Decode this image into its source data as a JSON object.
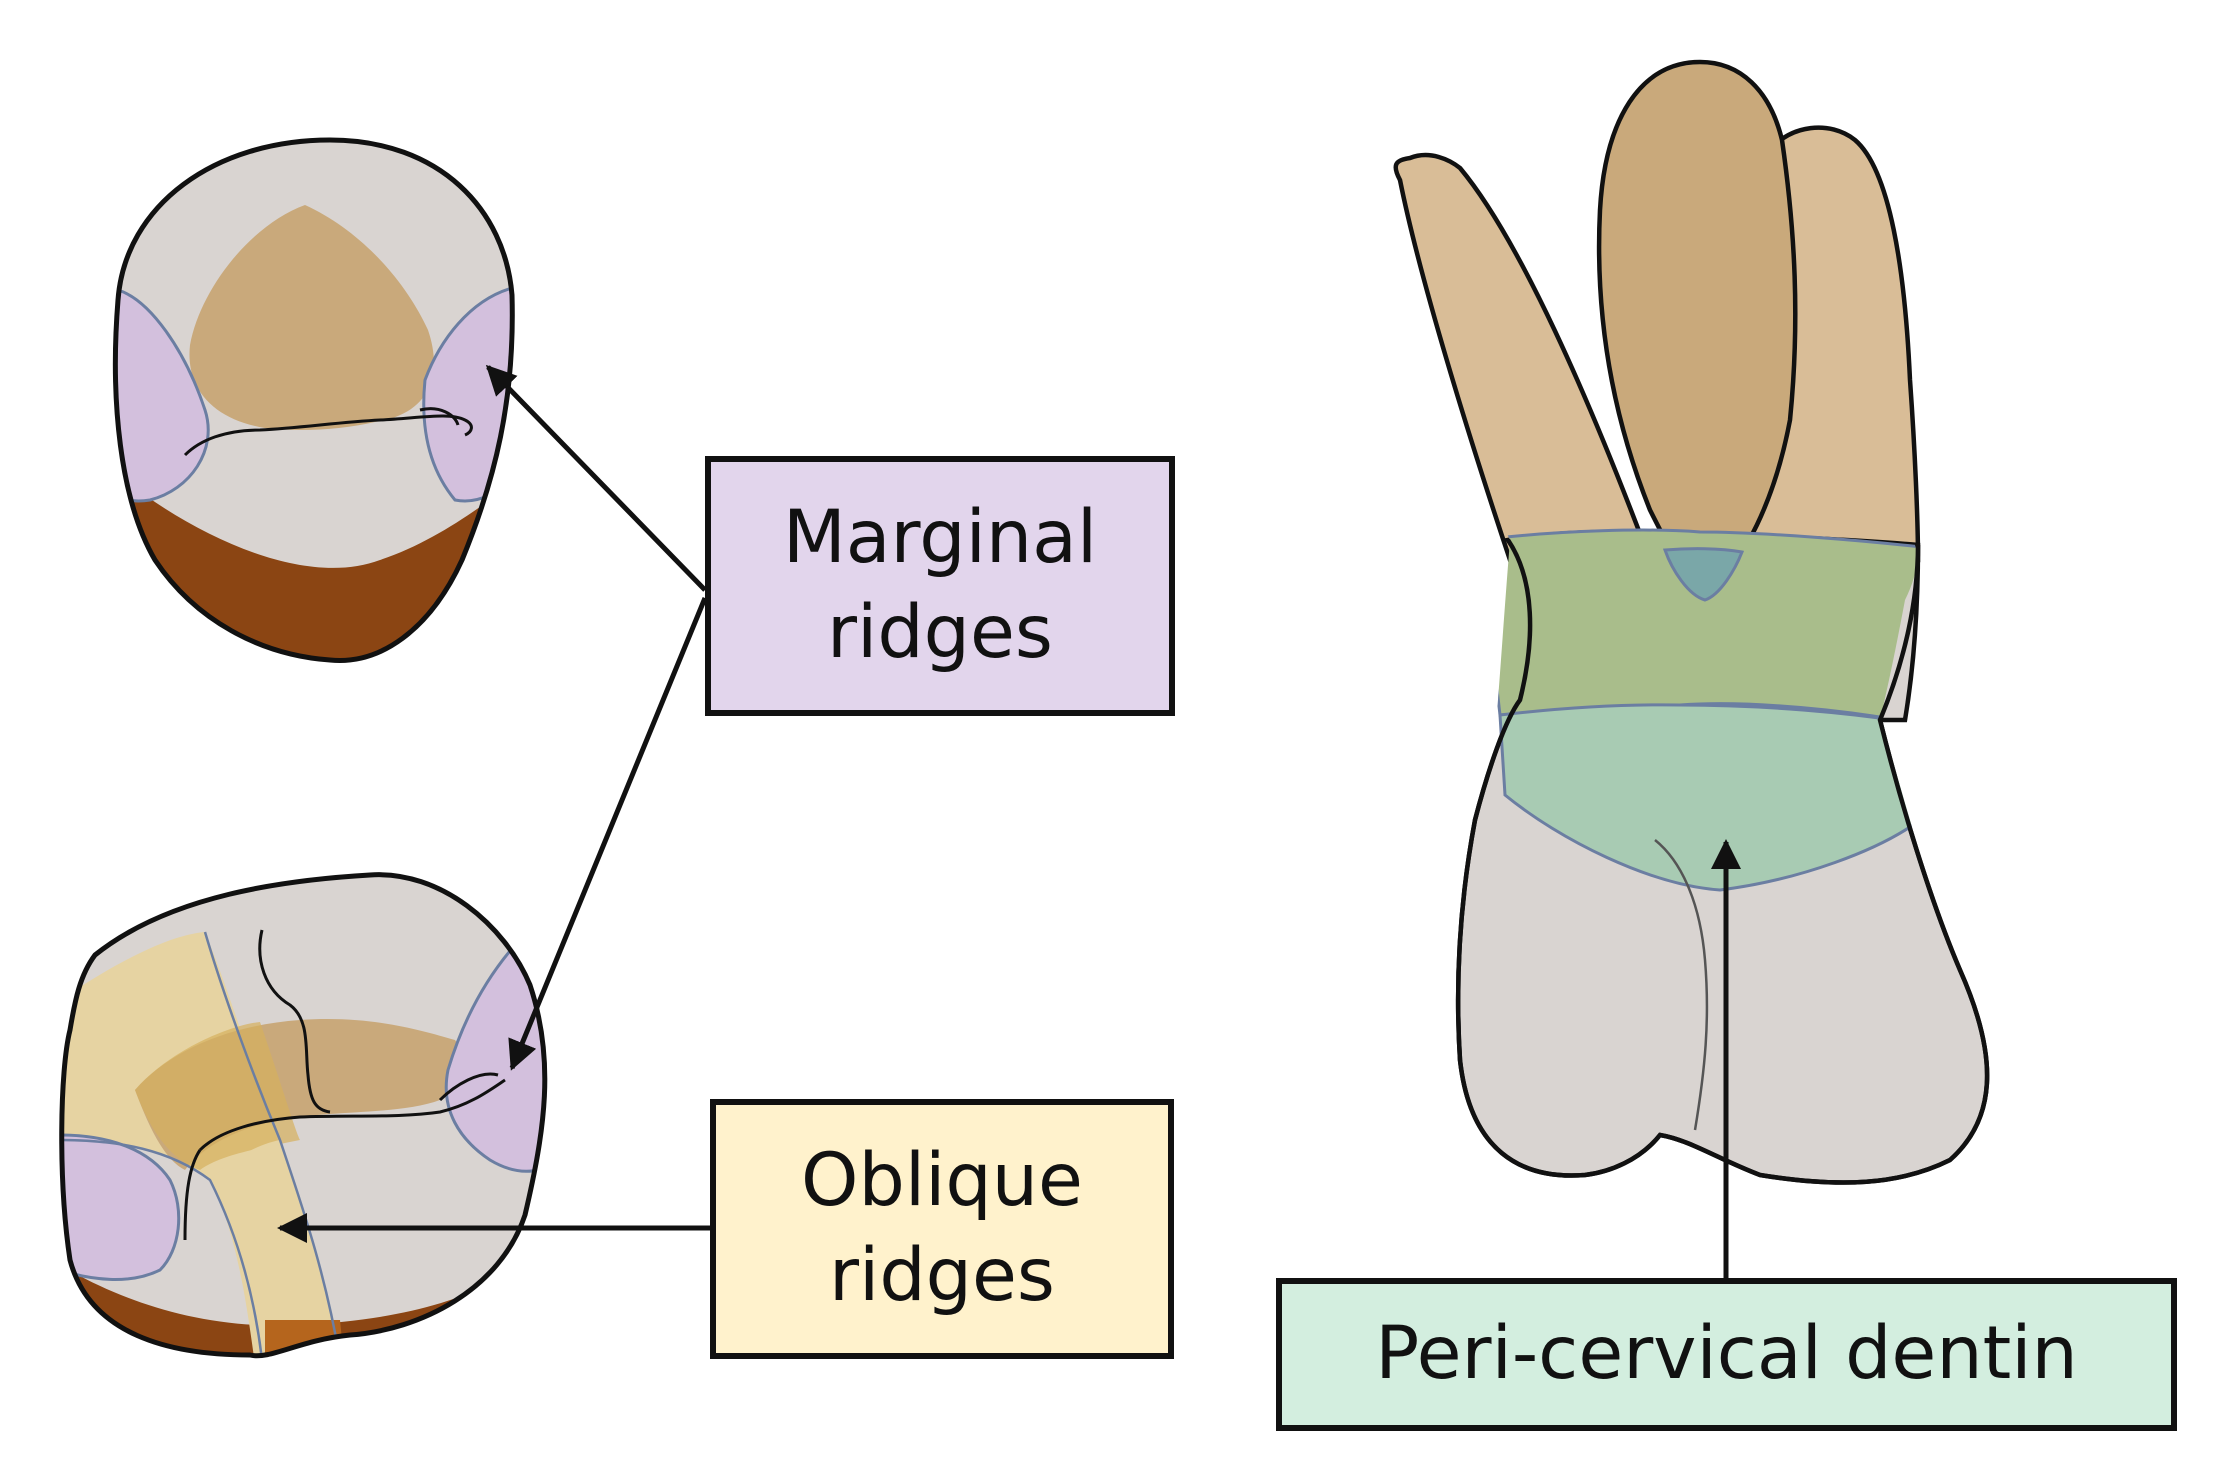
{
  "labels": {
    "marginal_ridges": {
      "line1": "Marginal",
      "line2": "ridges"
    },
    "oblique_ridges": {
      "line1": "Oblique",
      "line2": "ridges"
    },
    "peri_cervical_dentin": "Peri-cervical dentin"
  },
  "colors": {
    "marginal_ridge": "#d3c0dd",
    "marginal_ridge_box": "#e2d5ec",
    "oblique_ridge": "#e6d3a2",
    "oblique_ridge_box": "#fff2cc",
    "peri_cervical_upper": "#a9bd8b",
    "peri_cervical_lower": "#a8cbb3",
    "peri_cervical_box": "#d3eedf",
    "enamel_grey": "#d9d4d1",
    "dentin_tan": "#c9a97b",
    "root_tan": "#d9bd97",
    "crown_brown": "#8b4513"
  },
  "icons": [
    "molar-occlusal-view",
    "molar-occlusal-view",
    "maxillary-molar-side-view",
    "arrow"
  ]
}
